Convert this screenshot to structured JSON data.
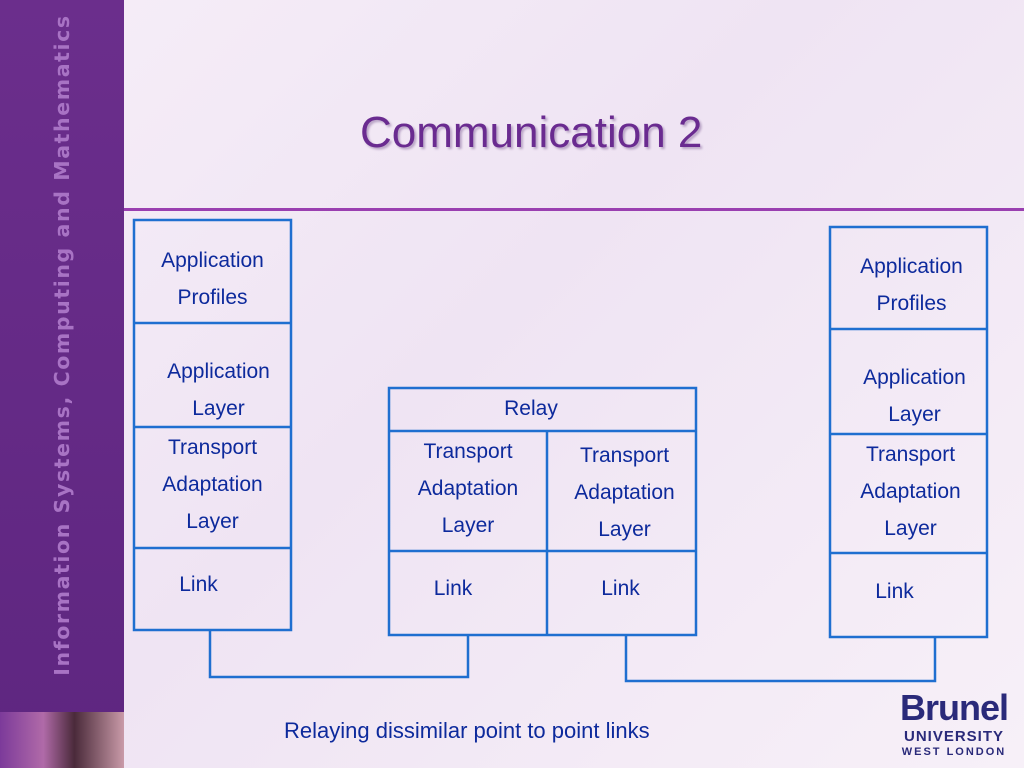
{
  "sidebar": {
    "text": "Information Systems, Computing and Mathematics"
  },
  "slide": {
    "title": "Communication 2",
    "caption": "Relaying dissimilar point to point links"
  },
  "stack_left": {
    "app_profiles": "Application\nProfiles",
    "app_layer": "Application\nLayer",
    "transport": "Transport\nAdaptation\nLayer",
    "link": "Link"
  },
  "relay": {
    "title": "Relay",
    "transport_left": "Transport\nAdaptation\nLayer",
    "transport_right": "Transport\nAdaptation\nLayer",
    "link_left": "Link",
    "link_right": "Link"
  },
  "stack_right": {
    "app_profiles": "Application\nProfiles",
    "app_layer": "Application\nLayer",
    "transport": "Transport\nAdaptation\nLayer",
    "link": "Link"
  },
  "logo": {
    "name": "Brunel",
    "university": "UNIVERSITY",
    "location": "WEST LONDON"
  },
  "colors": {
    "purple": "#6b2e8c",
    "line_blue": "#1f6fd0",
    "text_blue": "#0d2a9c"
  }
}
